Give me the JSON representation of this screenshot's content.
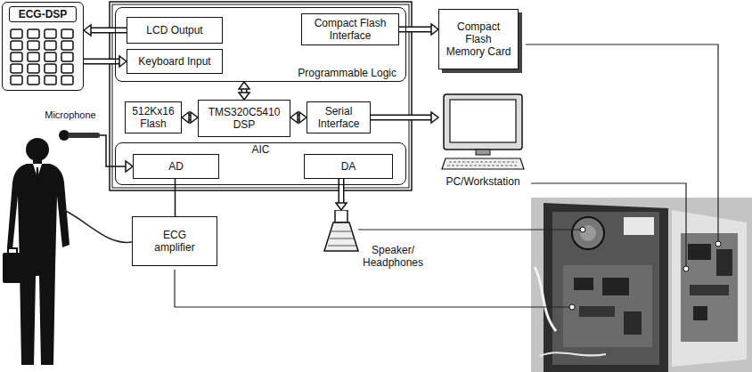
{
  "diagram": {
    "nodes": [
      {
        "text": [
          "ECG-DSP"
        ]
      },
      {
        "text": [
          "Programmable Logic"
        ]
      },
      {
        "text": [
          "LCD Output"
        ],
        "in": 1
      },
      {
        "text": [
          "Keyboard Input"
        ],
        "in": 1
      },
      {
        "text": [
          "Compact Flash Interface"
        ],
        "in": 1
      },
      {
        "text": [
          "Compact Flash Memory Card"
        ]
      },
      {
        "text": [
          "512Kx16 Flash"
        ]
      },
      {
        "text": [
          "TMS320C5410 DSP"
        ]
      },
      {
        "text": [
          "Serial Interface"
        ]
      },
      {
        "text": [
          "PC/Workstation"
        ]
      },
      {
        "text": [
          "Microphone"
        ]
      },
      {
        "text": [
          "AIC"
        ]
      },
      {
        "text": [
          "AD"
        ],
        "in": 11
      },
      {
        "text": [
          "DA"
        ],
        "in": 11
      },
      {
        "text": [
          "ECG amplifier"
        ]
      },
      {
        "text": [
          "Speaker/ Headphones"
        ]
      }
    ],
    "edges": [
      {
        "from": 2,
        "to": 0,
        "arrow": "to"
      },
      {
        "from": 0,
        "to": 3,
        "arrow": "to"
      },
      {
        "from": 4,
        "to": 5,
        "arrow": "to"
      },
      {
        "from": 1,
        "to": 7,
        "arrow": "both"
      },
      {
        "from": 6,
        "to": 7,
        "arrow": "both"
      },
      {
        "from": 7,
        "to": 8,
        "arrow": "both"
      },
      {
        "from": 8,
        "to": 9,
        "arrow": "to"
      },
      {
        "from": 10,
        "to": 12,
        "arrow": "to"
      },
      {
        "from": 14,
        "to": 12,
        "arrow": "none"
      },
      {
        "from": 13,
        "to": 15,
        "arrow": "to"
      }
    ]
  }
}
